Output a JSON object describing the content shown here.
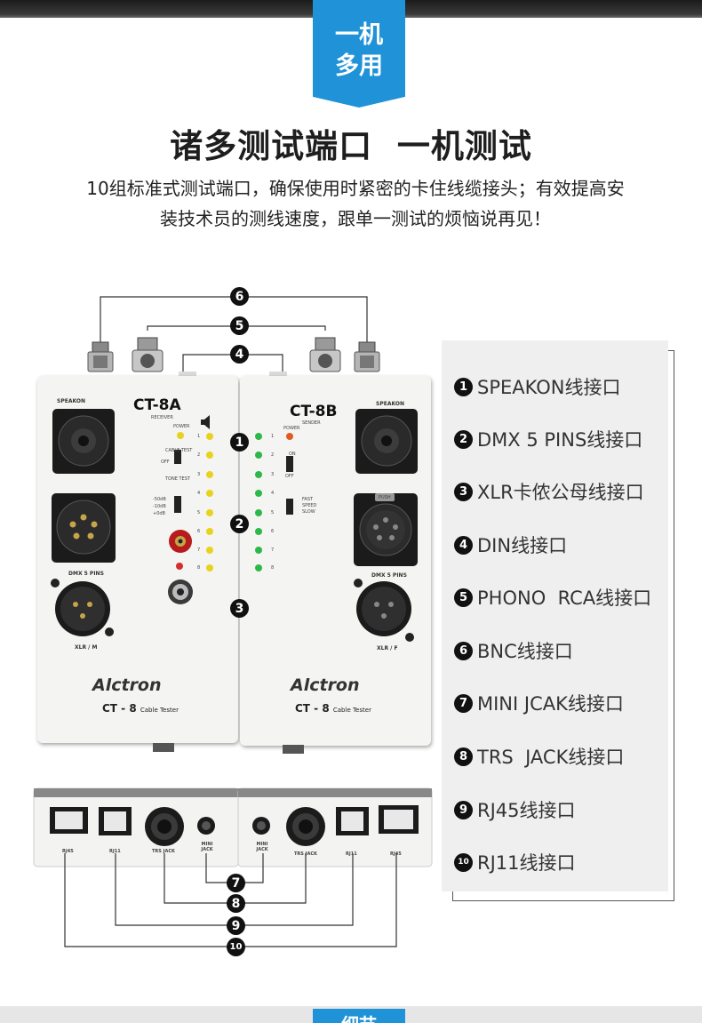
{
  "header": {
    "tag_line1": "一机",
    "tag_line2": "多用"
  },
  "title": "诸多测试端口  一机测试",
  "description": {
    "line1": "10组标准式测试端口，确保使用时紧密的卡住线缆接头；有效提高安",
    "line2": "装技术员的测线速度，跟单一测试的烦恼说再见！"
  },
  "callouts": [
    "1",
    "2",
    "3",
    "4",
    "5",
    "6",
    "7",
    "8",
    "9",
    "10"
  ],
  "legend": [
    {
      "num": "1",
      "label": "SPEAKON线接口"
    },
    {
      "num": "2",
      "label": "DMX 5 PINS线接口"
    },
    {
      "num": "3",
      "label": "XLR卡侬公母线接口"
    },
    {
      "num": "4",
      "label": "DIN线接口"
    },
    {
      "num": "5",
      "label": "PHONO  RCA线接口"
    },
    {
      "num": "6",
      "label": "BNC线接口"
    },
    {
      "num": "7",
      "label": "MINI JCAK线接口"
    },
    {
      "num": "8",
      "label": "TRS  JACK线接口"
    },
    {
      "num": "9",
      "label": "RJ45线接口"
    },
    {
      "num": "10",
      "label": "RJ11线接口"
    }
  ],
  "device_a": {
    "model": "CT-8A",
    "type": "RECEIVER",
    "speakon": "SPEAKON",
    "power": "POWER",
    "cable_test": "CABLE TEST",
    "off": "OFF",
    "tone_test": "TONE TEST",
    "levels": "-50dB\n-10dB\n+0dB",
    "dmx": "DMX 5 PINS",
    "xlr": "XLR / M",
    "brand": "Alctron",
    "series": "CT - 8",
    "series_sub": "Cable Tester",
    "leds": [
      "1",
      "2",
      "3",
      "4",
      "5",
      "6",
      "7",
      "8"
    ]
  },
  "device_b": {
    "model": "CT-8B",
    "type": "SENDER",
    "speakon": "SPEAKON",
    "power": "POWER",
    "on": "ON",
    "off": "OFF",
    "fast": "FAST",
    "speed": "SPEED",
    "slow": "SLOW",
    "dmx": "DMX 5 PINS",
    "xlr": "XLR / F",
    "push": "PUSH",
    "brand": "Alctron",
    "series": "CT - 8",
    "series_sub": "Cable Tester",
    "leds": [
      "1",
      "2",
      "3",
      "4",
      "5",
      "6",
      "7",
      "8"
    ]
  },
  "bottom_panel": {
    "left": [
      "RJ45",
      "RJ11",
      "TRS JACK",
      "MINI JACK"
    ],
    "right": [
      "MINI JACK",
      "TRS JACK",
      "RJ11",
      "RJ45"
    ]
  },
  "colors": {
    "accent_blue": "#1f92d8",
    "led_green": "#2db84a",
    "led_yellow": "#e8d21d",
    "led_red": "#e23a23"
  },
  "footer_tag": "细节"
}
